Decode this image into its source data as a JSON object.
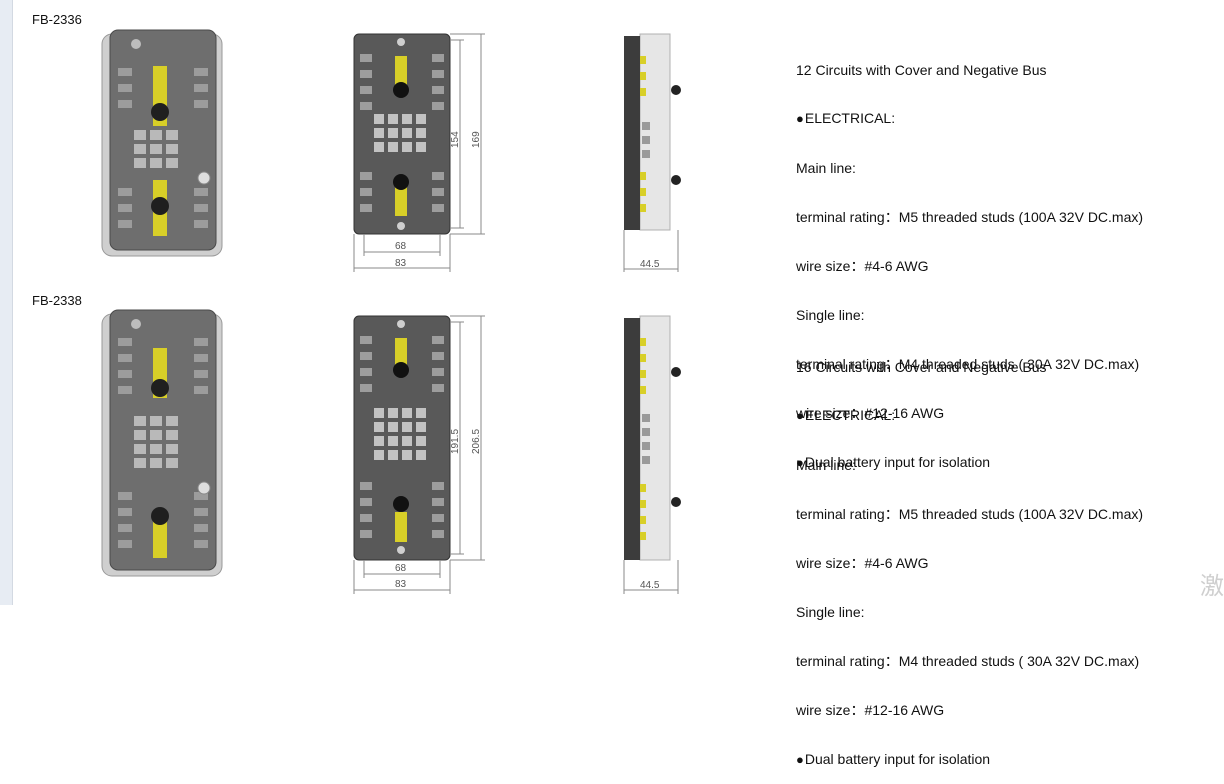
{
  "products": [
    {
      "model": "FB-2336",
      "dims": {
        "inner_height": "154",
        "outer_height": "169",
        "inner_width": "68",
        "outer_width": "83",
        "depth": "44.5"
      },
      "spec": {
        "title": "12 Circuits with Cover and Negative Bus",
        "electrical": "ELECTRICAL:",
        "main_line": "Main line:",
        "main_terminal": "terminal rating：M5 threaded studs (100A 32V DC.max)",
        "main_wire": "wire size：#4-6 AWG",
        "single_line": "Single line:",
        "single_terminal": "terminal rating：M4 threaded studs ( 30A 32V DC.max)",
        "single_wire": "wire size：#12-16 AWG",
        "feature": "Dual battery input for isolation"
      }
    },
    {
      "model": "FB-2338",
      "dims": {
        "inner_height": "191.5",
        "outer_height": "206.5",
        "inner_width": "68",
        "outer_width": "83",
        "depth": "44.5"
      },
      "spec": {
        "title": "16 Circuits with Cover and Negative Bus",
        "electrical": "ELECTRICAL:",
        "main_line": "Main line:",
        "main_terminal": "terminal rating：M5 threaded studs (100A 32V DC.max)",
        "main_wire": "wire size：#4-6 AWG",
        "single_line": "Single line:",
        "single_terminal": "terminal rating：M4 threaded studs ( 30A 32V DC.max)",
        "single_wire": "wire size：#12-16 AWG",
        "feature": "Dual battery input for isolation"
      }
    }
  ],
  "corner_glyph": "激"
}
